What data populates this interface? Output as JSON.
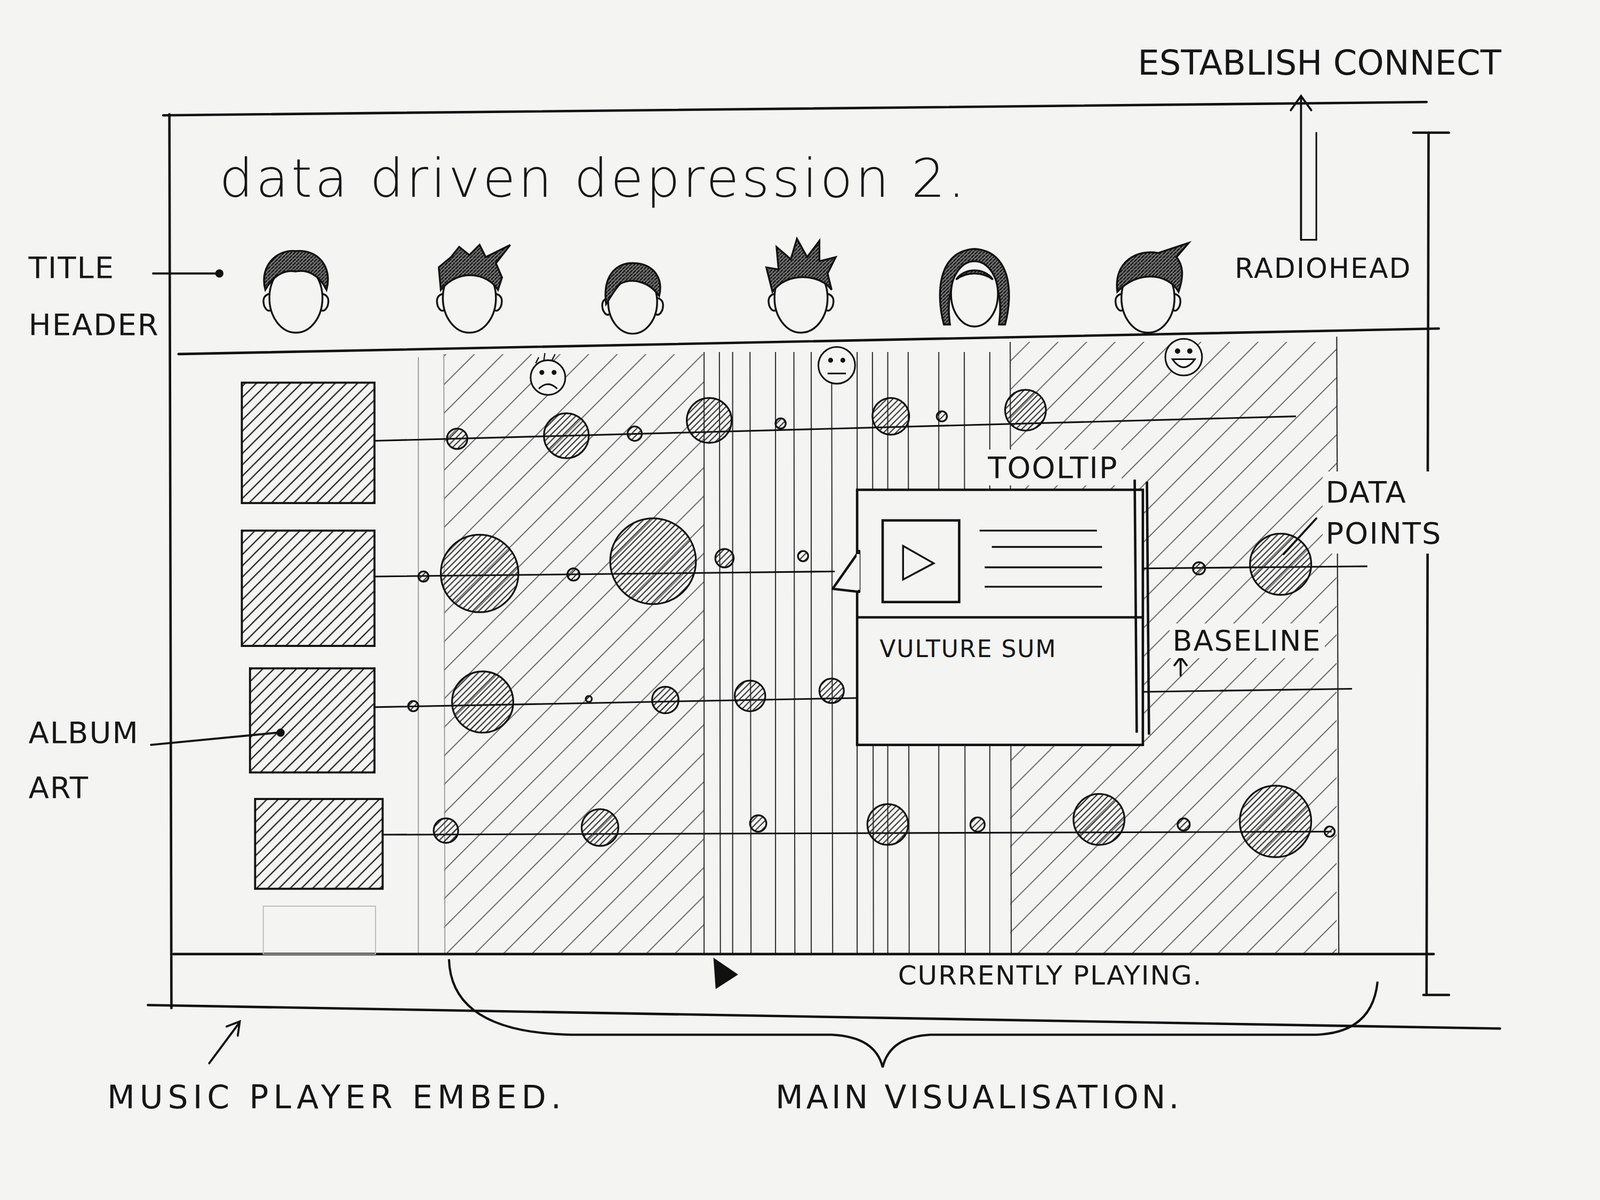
{
  "diagram": {
    "title": "data driven depression 2.",
    "nodes": [
      {
        "text": [
          "RADIOHEAD"
        ]
      },
      {
        "text": [
          "VULTURE SUM"
        ]
      },
      {
        "text": [
          "CURRENTLY PLAYING."
        ]
      }
    ],
    "labels": [
      "ESTABLISH CONNECT",
      "TITLE HEADER",
      "TOOLTIP",
      "DATA POINTS",
      "BASELINE",
      "ALBUM ART",
      "MUSIC PLAYER EMBED.",
      "MAIN VISUALISATION."
    ]
  }
}
